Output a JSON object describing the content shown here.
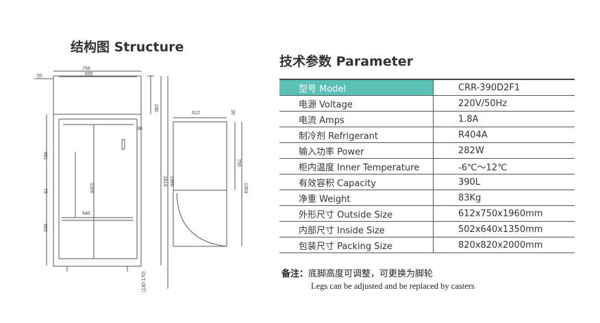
{
  "structure": {
    "title": "结构图 Structure"
  },
  "parameter": {
    "title": "技术参数 Parameter",
    "rows": [
      {
        "label": "型号 Model",
        "value": "CRR-390D2F1"
      },
      {
        "label": "电源 Voltage",
        "value": "220V/50Hz"
      },
      {
        "label": "电流 Amps",
        "value": "1.8A"
      },
      {
        "label": "制冷剂 Refrigerant",
        "value": "R404A"
      },
      {
        "label": "输入功率 Power",
        "value": "282W"
      },
      {
        "label": "柜内温度 Inner Temperature",
        "value": "-6℃～12℃"
      },
      {
        "label": "有效容积 Capacity",
        "value": "390L"
      },
      {
        "label": "净重 Weight",
        "value": "83Kg"
      },
      {
        "label": "外形尺寸 Outside Size",
        "value": "612x750x1960mm"
      },
      {
        "label": "内部尺寸 Inside Size",
        "value": "502x640x1350mm"
      },
      {
        "label": "包装尺寸 Packing Size",
        "value": "820x820x2000mm"
      }
    ]
  },
  "note": {
    "label": "备注：",
    "text": "底脚高度可调整，可更换为脚轮",
    "english": "Legs can be adjusted and be replaced by casters"
  },
  "dimensions": {
    "front": [
      "758",
      "695",
      "55",
      "290",
      "30",
      "661",
      "75",
      "663",
      "1350",
      "640",
      "1810",
      "1960",
      "(130-170)"
    ],
    "side": [
      "612",
      "20",
      "750",
      "1304"
    ]
  },
  "colors": {
    "header_accent": "#5bc0b6"
  }
}
